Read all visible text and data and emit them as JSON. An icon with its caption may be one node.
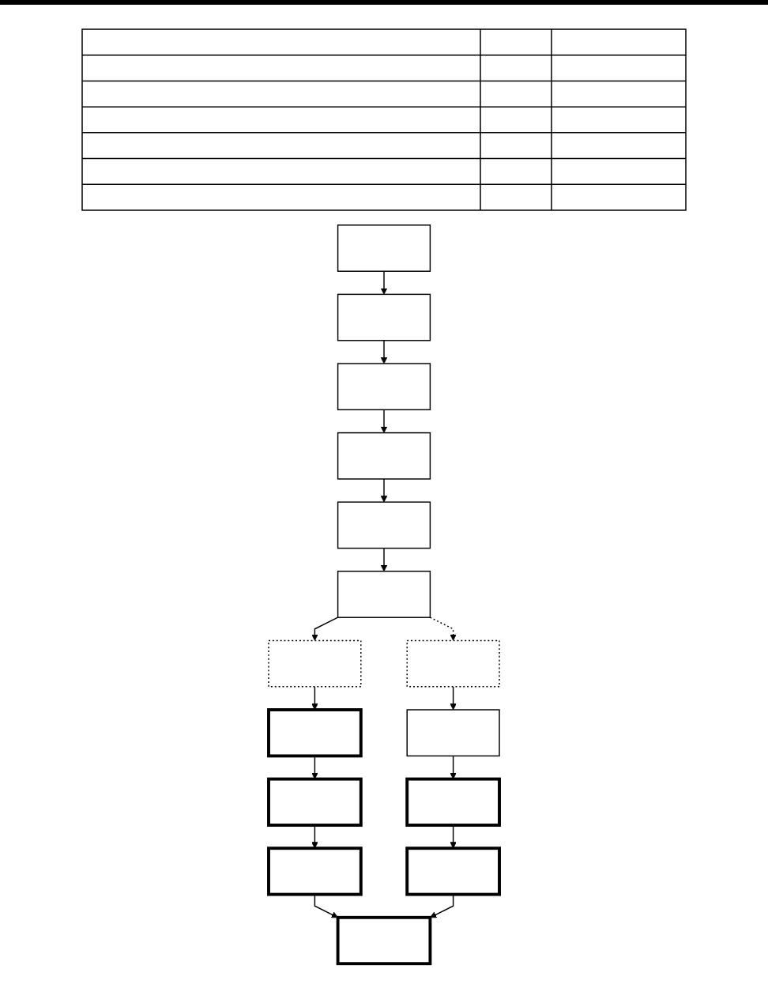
{
  "diagram": {
    "nodes": [
      {
        "text": [],
        "shape": "box"
      },
      {
        "text": [],
        "shape": "box"
      },
      {
        "text": [],
        "shape": "box"
      },
      {
        "text": [],
        "shape": "box"
      },
      {
        "text": [],
        "shape": "box"
      },
      {
        "text": [],
        "shape": "box"
      },
      {
        "text": [],
        "shape": "box"
      },
      {
        "text": [],
        "shape": "box"
      },
      {
        "text": [],
        "shape": "box"
      },
      {
        "text": [],
        "shape": "box"
      },
      {
        "text": [],
        "shape": "box"
      },
      {
        "text": [],
        "shape": "box"
      },
      {
        "text": [],
        "shape": "box"
      },
      {
        "text": [],
        "shape": "box"
      },
      {
        "text": [],
        "shape": "box"
      }
    ],
    "edges": [
      {
        "from": 0,
        "to": 1,
        "arrow": "to"
      },
      {
        "from": 1,
        "to": 2,
        "arrow": "to"
      },
      {
        "from": 2,
        "to": 3,
        "arrow": "to"
      },
      {
        "from": 3,
        "to": 4,
        "arrow": "to"
      },
      {
        "from": 4,
        "to": 5,
        "arrow": "to"
      },
      {
        "from": 5,
        "to": 6,
        "arrow": "to"
      },
      {
        "from": 5,
        "to": 7,
        "arrow": "to",
        "style": "dashed"
      },
      {
        "from": 6,
        "to": 8,
        "arrow": "to"
      },
      {
        "from": 8,
        "to": 9,
        "arrow": "to"
      },
      {
        "from": 9,
        "to": 10,
        "arrow": "to"
      },
      {
        "from": 7,
        "to": 11,
        "arrow": "to"
      },
      {
        "from": 11,
        "to": 12,
        "arrow": "to"
      },
      {
        "from": 12,
        "to": 13,
        "arrow": "to"
      },
      {
        "from": 10,
        "to": 14,
        "arrow": "to"
      },
      {
        "from": 13,
        "to": 14,
        "arrow": "to"
      }
    ]
  }
}
